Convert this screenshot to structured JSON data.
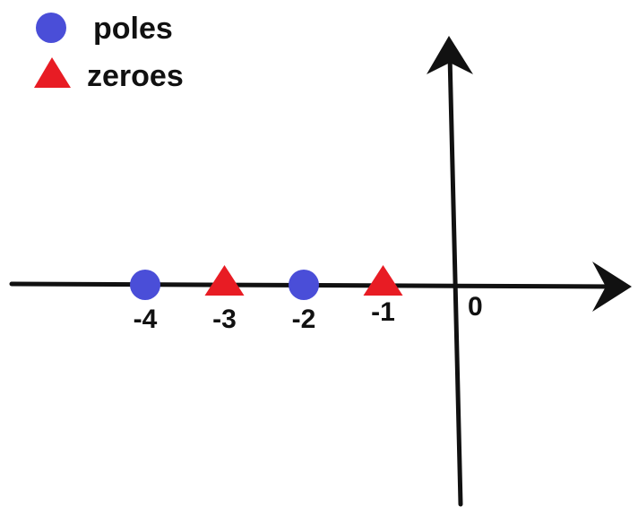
{
  "legend": {
    "poles_label": "poles",
    "zeroes_label": "zeroes"
  },
  "colors": {
    "pole": "#4a4ed8",
    "zero": "#e81c24",
    "axis": "#111111"
  },
  "axis": {
    "origin_label": "0"
  },
  "poles": [
    {
      "value": -4,
      "label": "-4"
    },
    {
      "value": -2,
      "label": "-2"
    }
  ],
  "zeroes": [
    {
      "value": -3,
      "label": "-3"
    },
    {
      "value": -1,
      "label": "-1"
    }
  ]
}
